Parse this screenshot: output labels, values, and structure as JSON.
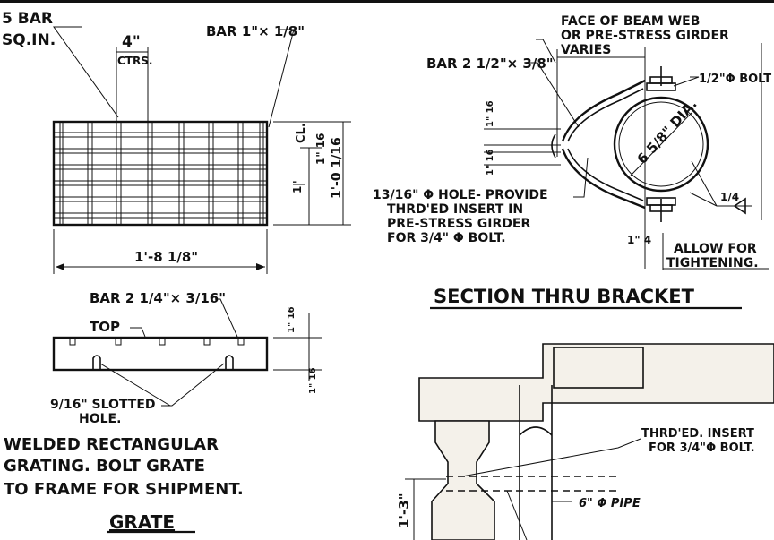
{
  "frame": {
    "background": "#ffffff",
    "ink": "#111111"
  },
  "grate": {
    "label_bar_top": "5 BAR",
    "label_sq_in": "SQ.IN.",
    "spacing_value": "4\"",
    "spacing_unit": "CTRS.",
    "bar_top_label": "BAR 1\"× 1/8\"",
    "cl_label": "CL.",
    "dim_right_a": "1\" 16",
    "dim_right_b": "1'-0 1/16",
    "dim_left_1": "1\"",
    "width_dim": "1'-8 1/8\"",
    "bar_bottom_label": "BAR 2 1/4\"× 3/16\"",
    "top_label": "TOP",
    "dim_side_a": "1\" 16",
    "dim_side_b": "1\" 16",
    "slot_label_1": "9/16\" SLOTTED",
    "slot_label_2": "HOLE.",
    "note_line_1": "WELDED RECTANGULAR",
    "note_line_2": "GRATING. BOLT GRATE",
    "note_line_3": "TO FRAME FOR SHIPMENT.",
    "title": "GRATE"
  },
  "bracket": {
    "face_line_1": "FACE OF BEAM WEB",
    "face_line_2": "OR PRE-STRESS GIRDER",
    "varies": "VARIES",
    "bar_label": "BAR 2 1/2\"× 3/8\"",
    "bolt_label": "1/2\"Φ BOLT",
    "dim_left_a": "1\" 16",
    "dim_left_b": "1\" 16",
    "diameter": "6 5/8\" DIA.",
    "hole_line_1": "13/16\" Φ HOLE- PROVIDE",
    "hole_line_2": "THRD'ED INSERT IN",
    "hole_line_3": "PRE-STRESS GIRDER",
    "hole_line_4": "FOR 3/4\" Φ BOLT.",
    "weld_dim": "1/4",
    "tighten_dim": "1\" 4",
    "allow_line_1": "ALLOW FOR",
    "allow_line_2": "TIGHTENING.",
    "title": "SECTION THRU BRACKET"
  },
  "detail": {
    "insert_line_1": "THRD'ED. INSERT",
    "insert_line_2": "FOR 3/4\"Φ BOLT.",
    "pipe_label": "6\" Φ PIPE",
    "height_dim": "1'-3\""
  }
}
